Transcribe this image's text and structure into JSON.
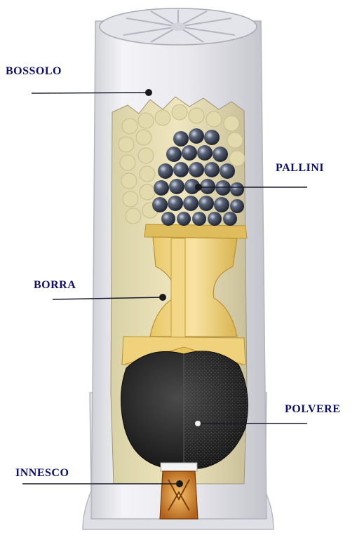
{
  "labels": {
    "bossolo": "BOSSOLO",
    "pallini": "PALLINI",
    "borra": "BORRA",
    "polvere": "POLVERE",
    "innesco": "INNESCO"
  },
  "colors": {
    "label_text": "#0d0f6e",
    "leader_line": "#1a1a2e",
    "hull": "#e6e7ec",
    "wad": "#f0d88a",
    "shot": "#2a3040",
    "powder": "#1c1c1c",
    "primer": "#c87a28"
  }
}
